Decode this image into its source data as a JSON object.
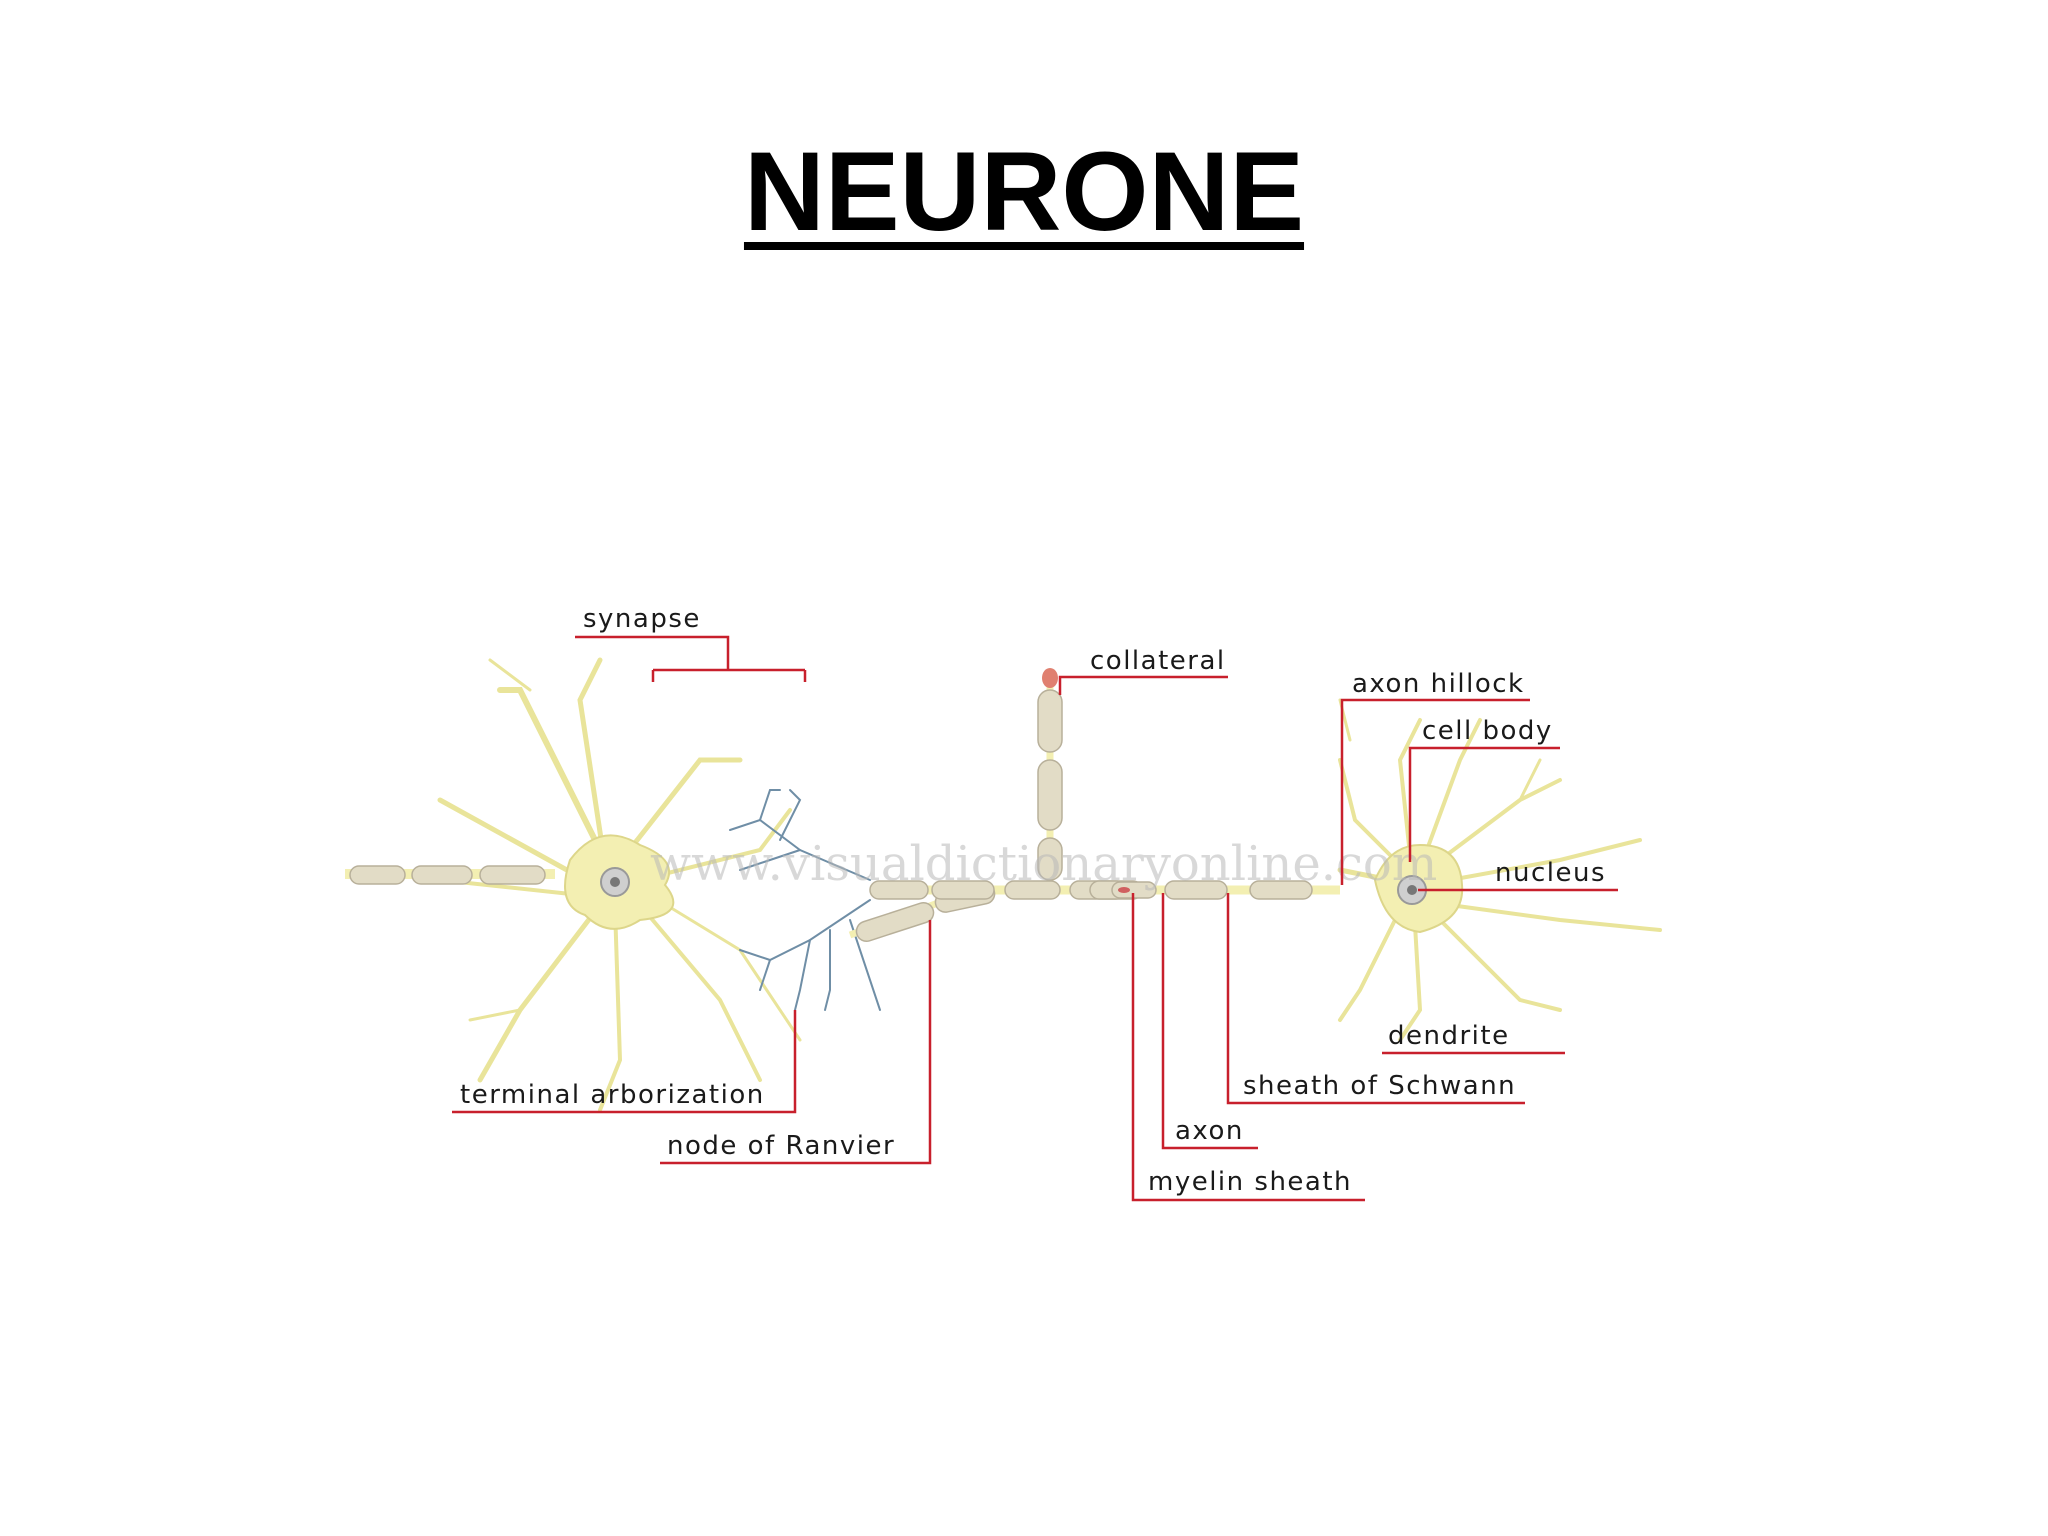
{
  "title": "NEURONE",
  "watermark": "www.visualdictionaryonline.com",
  "colors": {
    "leader_line": "#c8202c",
    "cell": "#f3efb2",
    "myelin": "#e2dcc6",
    "terminal": "#6f8ea6"
  },
  "labels": {
    "synapse": "synapse",
    "collateral": "collateral",
    "axon_hillock": "axon hillock",
    "cell_body": "cell body",
    "nucleus": "nucleus",
    "dendrite": "dendrite",
    "sheath_of_schwann": "sheath of Schwann",
    "axon": "axon",
    "myelin_sheath": "myelin sheath",
    "node_of_ranvier": "node of Ranvier",
    "terminal_arborization": "terminal arborization"
  }
}
